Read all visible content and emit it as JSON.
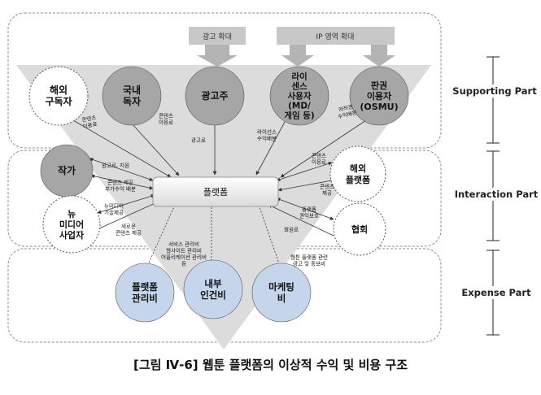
{
  "banners": {
    "ad_expansion": "광고 확대",
    "ip_expansion": "IP 영역 확대"
  },
  "nodes": {
    "overseas_subscriber": [
      "해외",
      "구독자"
    ],
    "domestic_reader": [
      "국내",
      "독자"
    ],
    "advertiser": [
      "광고주"
    ],
    "license_user": [
      "라이",
      "센스",
      "사용자",
      "(MD/",
      "게임 등)"
    ],
    "rights_user": [
      "판권",
      "이용자",
      "(OSMU)"
    ],
    "author": [
      "작가"
    ],
    "new_media": [
      "뉴",
      "미디어",
      "사업자"
    ],
    "overseas_platform": [
      "해외",
      "플랫폼"
    ],
    "association": [
      "협회"
    ],
    "platform_mgmt": [
      "플랫폼",
      "관리비"
    ],
    "internal_labor": [
      "내부",
      "인건비"
    ],
    "marketing": [
      "마케팅",
      "비"
    ]
  },
  "platform_label": "플랫폼",
  "edge_labels": {
    "overseas_usage": [
      "콘텐츠",
      "이용료"
    ],
    "domestic_usage": [
      "콘텐츠",
      "이용료"
    ],
    "ad_fee": [
      "광고료"
    ],
    "license_share": [
      "라이선스",
      "수익배분"
    ],
    "copyright_share": [
      "저작권",
      "수익배분"
    ],
    "manuscript": [
      "원고료, 지원"
    ],
    "content_supply": [
      "콘텐츠 제공",
      "부가수익 배분"
    ],
    "newmedia_tech": [
      "뉴미디어",
      "기술제공"
    ],
    "new_content": [
      "새로운",
      "콘텐츠 제공"
    ],
    "ovp_usage": [
      "콘텐츠",
      "이용료"
    ],
    "ovp_supply": [
      "콘텐츠",
      "제공"
    ],
    "platform_share": [
      "플랫폼",
      "권익보호"
    ],
    "membership_fee": [
      "회원료"
    ],
    "service_mgmt": [
      "서비스 관리비",
      "웹사이트 관리비",
      "어플리케이션 관리비",
      "등"
    ],
    "webtoon_ad": [
      "웹툰 플랫폼 관련",
      "광고 및 홍보비"
    ]
  },
  "parts": {
    "supporting": "Supporting Part",
    "interaction": "Interaction Part",
    "expense": "Expense Part"
  },
  "caption": "[그림 Ⅳ-6] 웹툰 플랫폼의 이상적 수익 및 비용 구조",
  "colors": {
    "dark_fill": "#a6a6a6",
    "light_fill": "#ffffff",
    "cost_fill": "#c5d5ec",
    "triangle": "#dcdcdc",
    "section_border": "#8c8c8c"
  }
}
